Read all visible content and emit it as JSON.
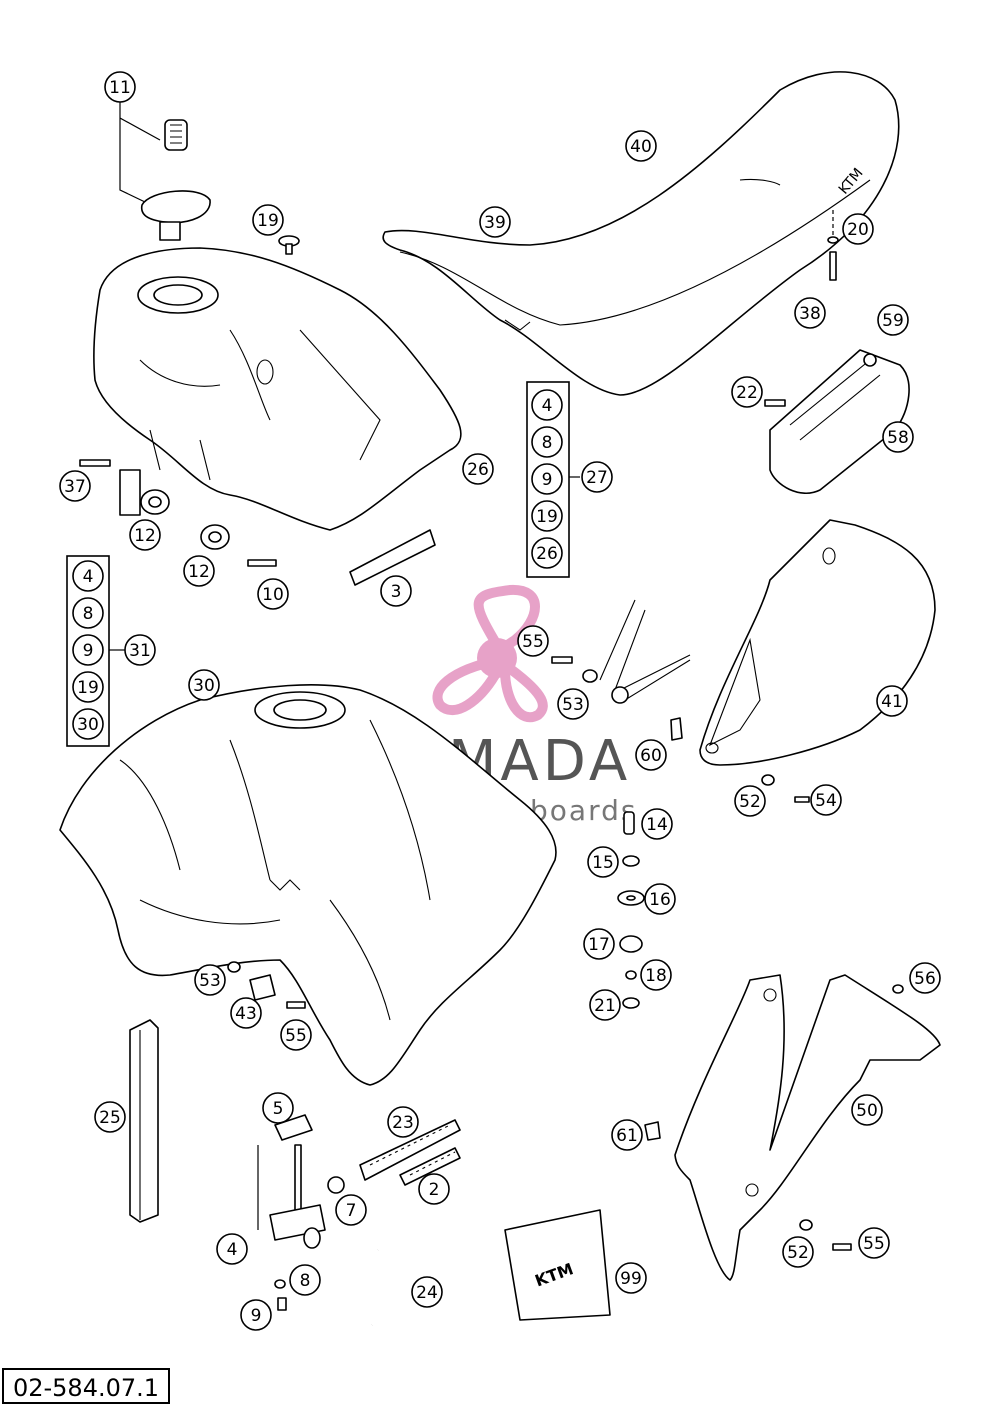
{
  "diagram_id": "02-584.07.1",
  "watermark": {
    "brand": "ARMADA",
    "tagline": "marine outboards",
    "brand_color": "#555555",
    "accent_color": "#e7a2c8"
  },
  "callouts": {
    "c11": "11",
    "c19a": "19",
    "c40": "40",
    "c39": "39",
    "c20": "20",
    "c38": "38",
    "c59": "59",
    "c22": "22",
    "c58": "58",
    "c26a": "26",
    "c37": "37",
    "c12a": "12",
    "c12b": "12",
    "c10": "10",
    "c3": "3",
    "c27": "27",
    "c31": "31",
    "c30": "30",
    "c55a": "55",
    "c53a": "53",
    "c60": "60",
    "c41": "41",
    "c52a": "52",
    "c54": "54",
    "c14": "14",
    "c15": "15",
    "c16": "16",
    "c17": "17",
    "c18": "18",
    "c21": "21",
    "c53b": "53",
    "c43": "43",
    "c55b": "55",
    "c56": "56",
    "c25": "25",
    "c5": "5",
    "c23": "23",
    "c2": "2",
    "c7": "7",
    "c4a": "4",
    "c8a": "8",
    "c9a": "9",
    "c24": "24",
    "c50": "50",
    "c61": "61",
    "c99": "99",
    "c52b": "52",
    "c55c": "55"
  },
  "kit_27": [
    "4",
    "8",
    "9",
    "19",
    "26"
  ],
  "kit_31": [
    "4",
    "8",
    "9",
    "19",
    "30"
  ]
}
